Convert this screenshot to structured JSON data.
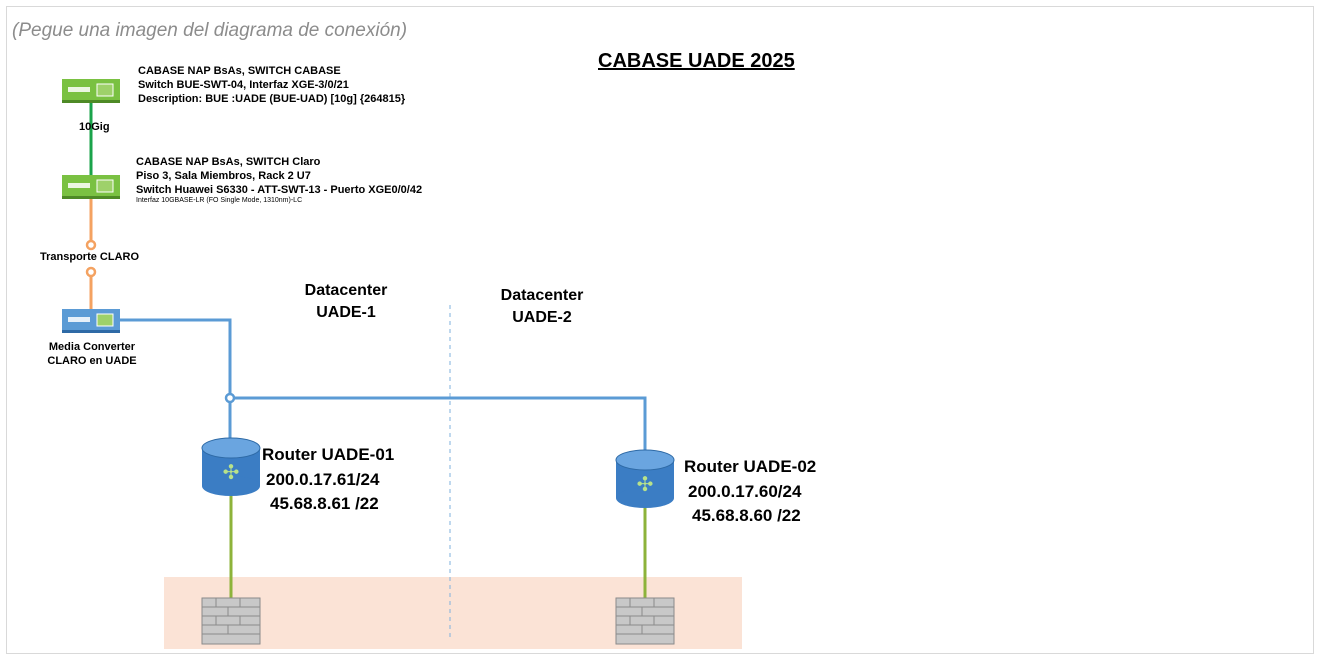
{
  "placeholder_note": "(Pegue una imagen del diagrama de conexión)",
  "title": "CABASE UADE 2025",
  "switch_cabase": {
    "line1": "CABASE NAP BsAs, SWITCH CABASE",
    "line2": "Switch BUE-SWT-04, Interfaz XGE-3/0/21",
    "line3": "Description: BUE :UADE (BUE-UAD) [10g] {264815}"
  },
  "link_10g": "10Gig",
  "switch_claro": {
    "line1": "CABASE NAP BsAs, SWITCH Claro",
    "line2": "Piso 3, Sala Miembros, Rack 2 U7",
    "line3": "Switch Huawei S6330 - ATT-SWT-13 - Puerto XGE0/0/42",
    "line4": "Interfaz 10GBASE-LR (FO Single Mode, 1310nm)-LC"
  },
  "transport": "Transporte CLARO",
  "media_converter": {
    "line1": "Media Converter",
    "line2": "CLARO en UADE"
  },
  "datacenter1": {
    "line1": "Datacenter",
    "line2": "UADE-1"
  },
  "datacenter2": {
    "line1": "Datacenter",
    "line2": "UADE-2"
  },
  "router1": {
    "name": "Router UADE-01",
    "ip1": "200.0.17.61/24",
    "ip2": "45.68.8.61 /22"
  },
  "router2": {
    "name": "Router UADE-02",
    "ip1": "200.0.17.60/24",
    "ip2": "45.68.8.60 /22"
  },
  "colors": {
    "switch_green": "#7ac142",
    "link_green": "#1aa34a",
    "link_orange": "#f4a261",
    "link_blue": "#5b9bd5",
    "router_blue": "#3b7dc4",
    "firewall_link": "#8db33a",
    "firewall_zone": "#fbe3d6"
  }
}
